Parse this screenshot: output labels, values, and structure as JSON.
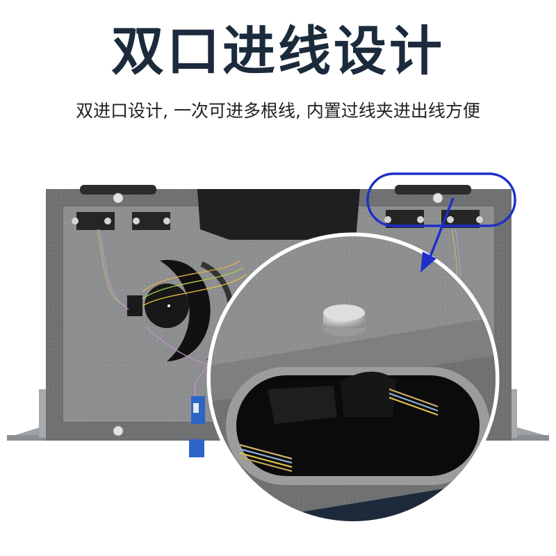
{
  "header": {
    "title": "双口进线设计",
    "subtitle": "双进口设计, 一次可进多根线, 内置过线夹进出线方便"
  },
  "colors": {
    "title": "#1b2b3c",
    "callout": "#1e2fc9",
    "panel": "#8a8c8e",
    "dark_base": "#1d2a3b"
  },
  "icons": {
    "callout_ring": "ellipse-highlight",
    "callout_arrow": "arrow-down-left-icon"
  }
}
